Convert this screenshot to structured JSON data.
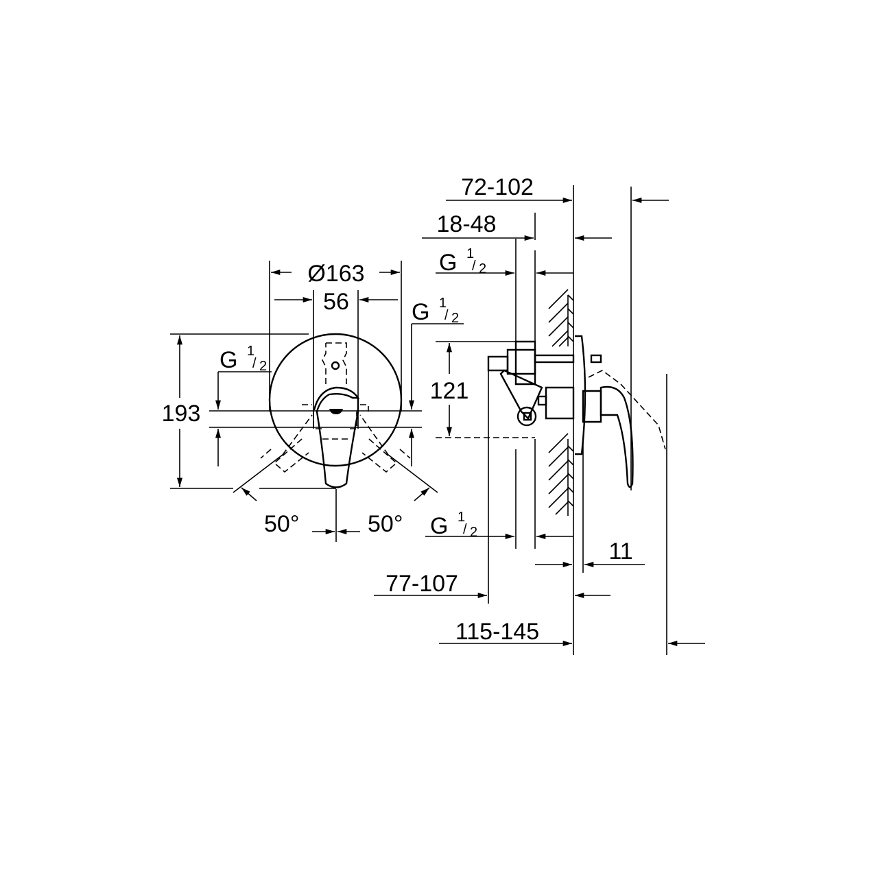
{
  "front_view": {
    "diameter": "Ø163",
    "width": "56",
    "height": "193",
    "connection_left": {
      "g": "G",
      "num": "1",
      "den": "2"
    },
    "connection_right": {
      "g": "G",
      "num": "1",
      "den": "2"
    },
    "angle_left": "50°",
    "angle_right": "50°"
  },
  "side_view": {
    "dim_top": "72-102",
    "dim_second": "18-48",
    "connection_top": {
      "g": "G",
      "num": "1",
      "den": "2"
    },
    "connection_bottom": {
      "g": "G",
      "num": "1",
      "den": "2"
    },
    "height_121": "121",
    "dim_11": "11",
    "dim_77": "77-107",
    "dim_115": "115-145"
  }
}
